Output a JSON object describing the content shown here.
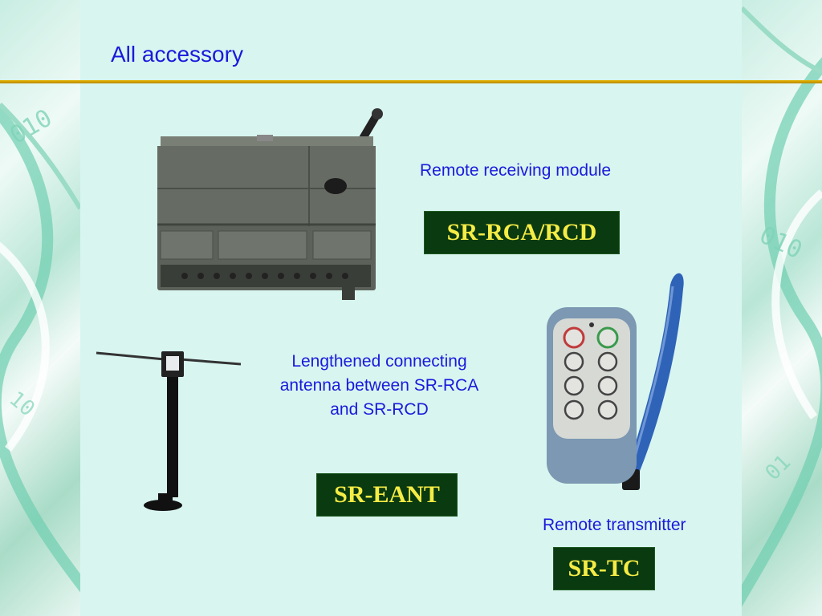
{
  "slide": {
    "title": "All accessory"
  },
  "items": [
    {
      "caption": "Remote receiving  module",
      "code": "SR-RCA/RCD"
    },
    {
      "caption_lines": [
        "Lengthened  connecting",
        "antenna between SR-RCA",
        "and SR-RCD"
      ],
      "code": "SR-EANT"
    },
    {
      "caption": "Remote transmitter",
      "code": "SR-TC"
    }
  ]
}
